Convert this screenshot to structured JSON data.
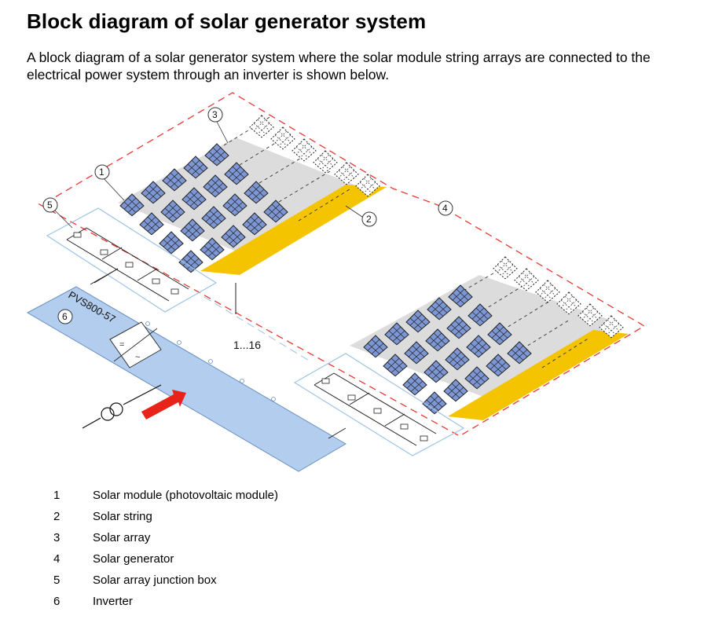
{
  "title": "Block diagram of solar generator system",
  "intro": "A block diagram of a solar generator system where the solar module string arrays are connected to the electrical power system through an inverter is shown below.",
  "diagram": {
    "callouts": [
      "1",
      "2",
      "3",
      "4",
      "5",
      "6"
    ],
    "inverter_label": "PVS800-57",
    "range_label": "1...16"
  },
  "legend": [
    {
      "num": "1",
      "text": "Solar module (photovoltaic module)"
    },
    {
      "num": "2",
      "text": "Solar string"
    },
    {
      "num": "3",
      "text": "Solar array"
    },
    {
      "num": "4",
      "text": "Solar generator"
    },
    {
      "num": "5",
      "text": "Solar array junction box"
    },
    {
      "num": "6",
      "text": "Inverter"
    }
  ],
  "colors": {
    "module_blue": "#7d97d4",
    "string_yellow": "#f5c400",
    "array_gray": "#dcdcdc",
    "inverter_blue": "#b3cdee",
    "generator_dash_red": "#e53935",
    "junction_box_line": "#9ec3e6",
    "arrow_red": "#e8231a"
  }
}
